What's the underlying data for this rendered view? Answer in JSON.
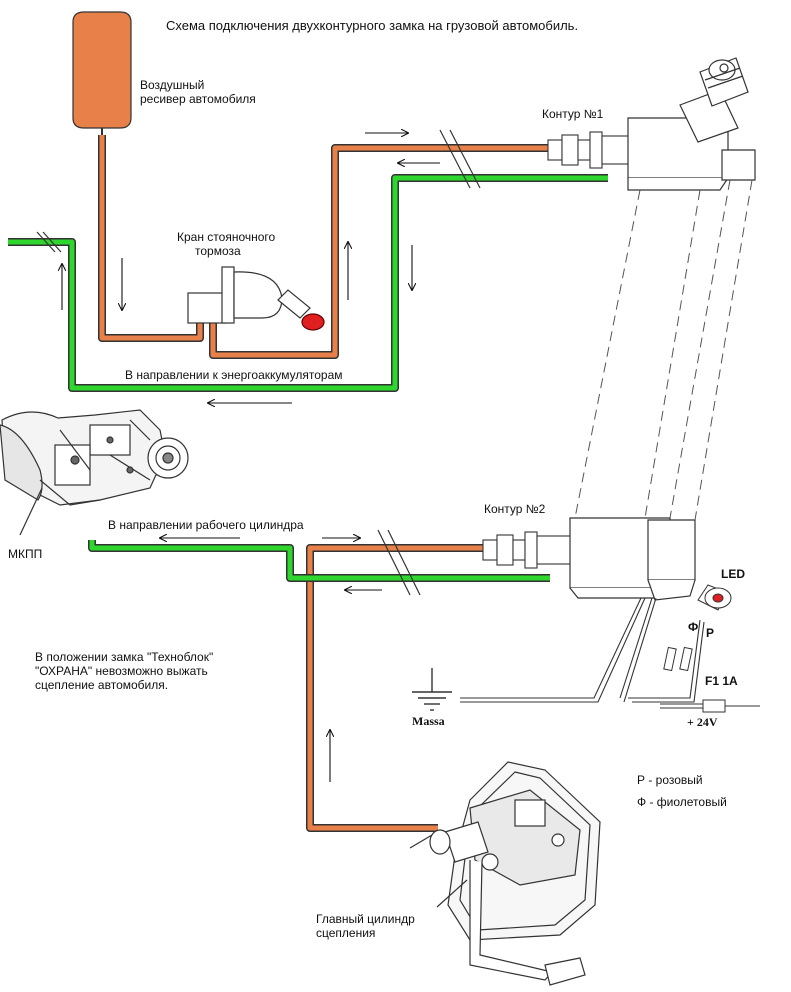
{
  "title": "Схема подключения двухконтурного замка на грузовой автомобиль.",
  "labels": {
    "receiver_line1": "Воздушный",
    "receiver_line2": "ресивер  автомобиля",
    "contour1": "Контур №1",
    "crane_line1": "Кран стояночного",
    "crane_line2": "тормоза",
    "direction_accumulators": "В направлении к энергоаккумуляторам",
    "direction_cylinder": "В направлении рабочего цилиндра",
    "gearbox": "МКПП",
    "contour2": "Контур №2",
    "note_line1": "В положении замка \"Техноблок\"",
    "note_line2": "\"ОХРАНА\" невозможно выжать",
    "note_line3": "сцепление автомобиля.",
    "led": "LED",
    "phi": "Ф",
    "r": "Р",
    "fuse": "F1 1A",
    "plus24": "+ 24V",
    "massa": "Massa",
    "legend_pink": "Р - розовый",
    "legend_violet": "Ф - фиолетовый",
    "master_line1": "Главный цилиндр",
    "master_line2": "сцепления"
  },
  "colors": {
    "air_line": "#e8804a",
    "hydraulic_line": "#2ed62e",
    "receiver": "#e8804a",
    "background": "#ffffff"
  }
}
